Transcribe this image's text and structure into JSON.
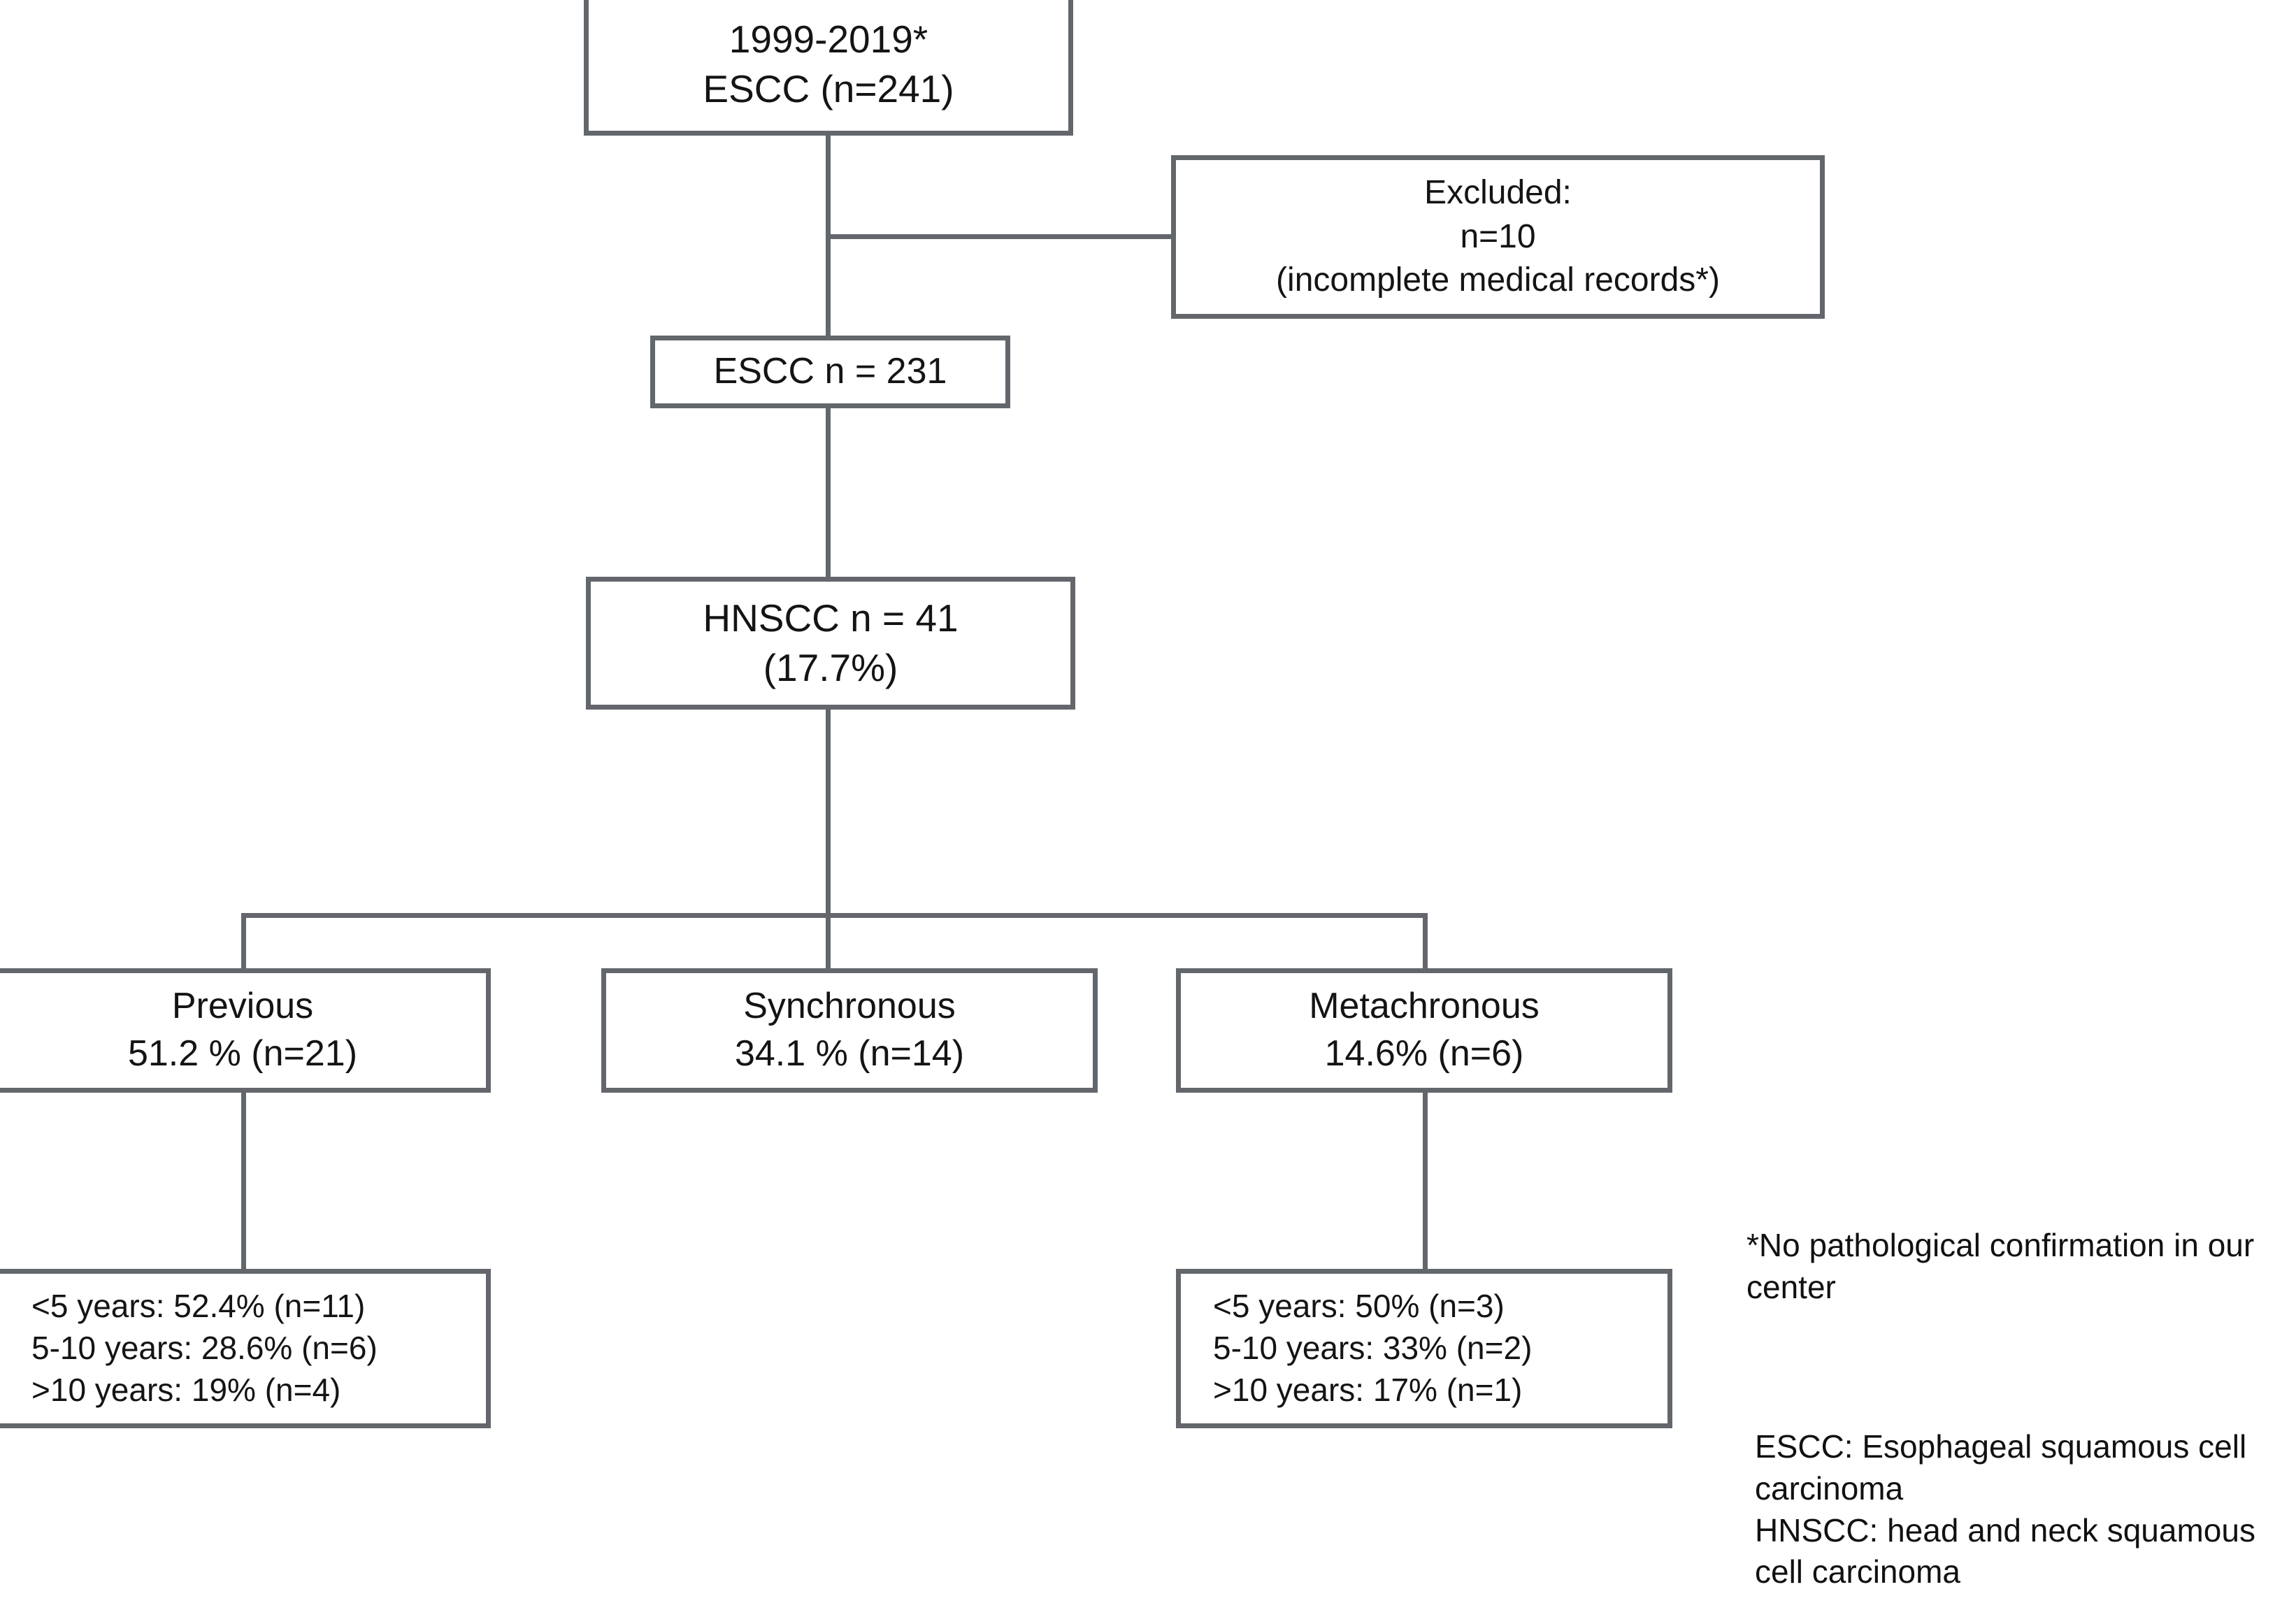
{
  "diagram": {
    "title": "ESCC / HNSCC patient selection flowchart",
    "stroke_color": "#63676b",
    "text_color": "#141414",
    "background": "#ffffff"
  },
  "nodes": {
    "source": {
      "name": "source-cohort",
      "lines": [
        "1999-2019*",
        "ESCC (n=241)"
      ]
    },
    "excluded": {
      "name": "excluded-box",
      "lines": [
        "Excluded:",
        "n=10",
        "(incomplete medical records*)"
      ]
    },
    "escc": {
      "name": "escc-included",
      "lines": [
        "ESCC n = 231"
      ]
    },
    "hnscc": {
      "name": "hnscc-total",
      "lines": [
        "HNSCC n = 41",
        "(17.7%)"
      ]
    },
    "previous": {
      "name": "previous-group",
      "lines": [
        "Previous",
        "51.2 % (n=21)"
      ]
    },
    "synchronous": {
      "name": "synchronous-group",
      "lines": [
        "Synchronous",
        "34.1 % (n=14)"
      ]
    },
    "metachronous": {
      "name": "metachronous-group",
      "lines": [
        "Metachronous",
        "14.6% (n=6)"
      ]
    },
    "previous_detail": {
      "name": "previous-interval-breakdown",
      "lines": [
        "<5 years: 52.4% (n=11)",
        "5-10 years: 28.6% (n=6)",
        ">10 years: 19% (n=4)"
      ]
    },
    "metachronous_detail": {
      "name": "metachronous-interval-breakdown",
      "lines": [
        "<5 years: 50% (n=3)",
        "5-10 years: 33% (n=2)",
        ">10 years: 17% (n=1)"
      ]
    }
  },
  "notes": {
    "footnote": "*No pathological confirmation in our center",
    "abbreviations": "ESCC: Esophageal squamous cell carcinoma\nHNSCC: head and neck squamous cell carcinoma"
  },
  "chart_data": {
    "type": "table",
    "title": "ESCC cohort with HNSCC — selection and timing distribution",
    "stages": [
      {
        "label": "1999-2019* ESCC screened",
        "n": 241
      },
      {
        "label": "Excluded (incomplete medical records*)",
        "n": 10
      },
      {
        "label": "ESCC included",
        "n": 231
      },
      {
        "label": "HNSCC",
        "n": 41,
        "percent": 17.7
      }
    ],
    "timing_groups": {
      "categories": [
        "Previous",
        "Synchronous",
        "Metachronous"
      ],
      "percent": [
        51.2,
        34.1,
        14.6
      ],
      "counts": [
        21,
        14,
        6
      ]
    },
    "interval_breakdown": {
      "categories": [
        "<5 years",
        "5-10 years",
        ">10 years"
      ],
      "series": [
        {
          "name": "Previous",
          "percent": [
            52.4,
            28.6,
            19
          ],
          "counts": [
            11,
            6,
            4
          ]
        },
        {
          "name": "Metachronous",
          "percent": [
            50,
            33,
            17
          ],
          "counts": [
            3,
            2,
            1
          ]
        }
      ]
    }
  }
}
